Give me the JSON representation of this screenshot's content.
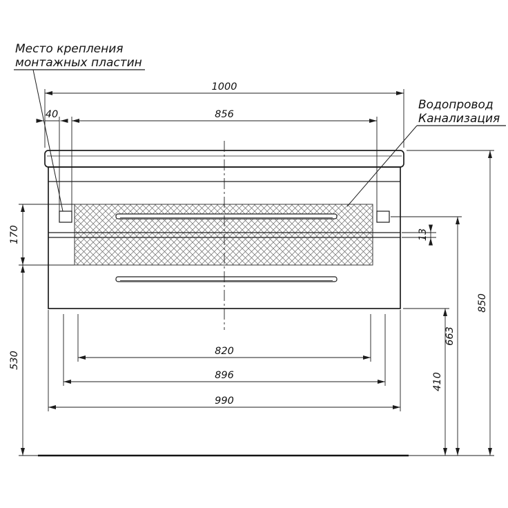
{
  "drawing": {
    "callouts": {
      "mounting_plates": {
        "line1": "Место крепления",
        "line2": "монтажных пластин"
      },
      "plumbing": {
        "line1": "Водопровод",
        "line2": "Канализация"
      }
    },
    "dimensions": {
      "countertop_width": "1000",
      "plate_span": "856",
      "plate_offset": "40",
      "strip_height": "170",
      "strip_to_floor": "530",
      "drawer_gap": "13",
      "handle_axis_height": "663",
      "cabinet_bottom_height": "410",
      "overall_height": "850",
      "handle_length": "820",
      "drawer_front_width": "896",
      "body_width": "990"
    },
    "colors": {
      "line": "#1c1c1c",
      "hatch": "#6e6e6e",
      "background": "#ffffff"
    }
  }
}
